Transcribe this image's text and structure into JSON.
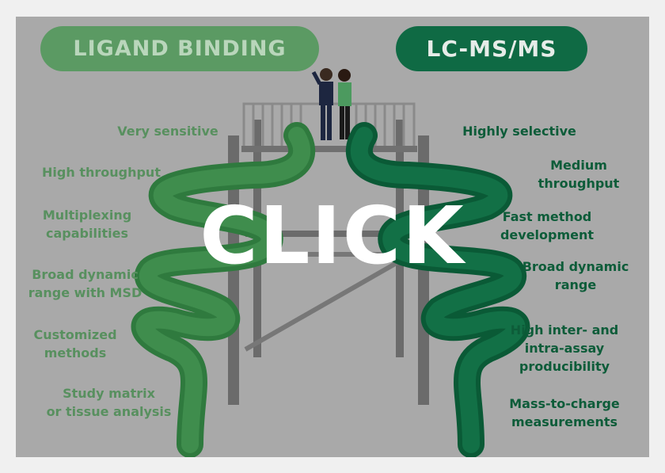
{
  "left_header": "LIGAND BINDING",
  "right_header": "LC-MS/MS",
  "left_labels": [
    "Very sensitive",
    "High throughput",
    "Multiplexing\ncapabilities",
    "Broad dynamic\nrange with MSD",
    "Customized\nmethods",
    "Study matrix\nor tissue analysis"
  ],
  "right_labels": [
    "Highly selective",
    "Medium\nthroughput",
    "Fast method\ndevelopment",
    "Broad dynamic\nrange",
    "High inter- and\nintra-assay\nproducibility",
    "Mass-to-charge\nmeasurements"
  ],
  "overlay_text": "CLICK",
  "colors": {
    "background": "#a9a9a9",
    "left_green": "#5b9a63",
    "right_green": "#0f6a44",
    "overlay": "#ffffff"
  }
}
